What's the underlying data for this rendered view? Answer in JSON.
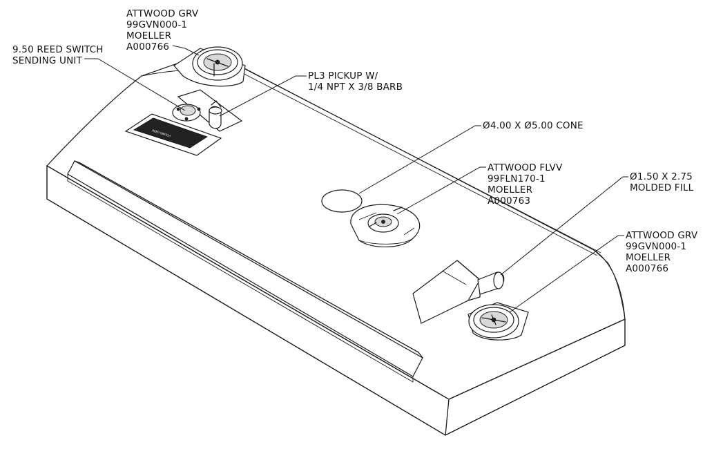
{
  "callouts": {
    "grv_top": [
      "ATTWOOD GRV",
      "99GVN000-1",
      "MOELLER",
      "A000766"
    ],
    "reed_switch": [
      "9.50 REED SWITCH",
      "SENDING UNIT"
    ],
    "pickup": [
      "PL3 PICKUP W/",
      "1/4 NPT X 3/8 BARB"
    ],
    "cone": [
      "Ø4.00 X Ø5.00 CONE"
    ],
    "flvv": [
      "ATTWOOD FLVV",
      "99FLN170-1",
      "MOELLER",
      "A000763"
    ],
    "fill": [
      "Ø1.50 X 2.75",
      "MOLDED FILL"
    ],
    "grv_bottom": [
      "ATTWOOD GRV",
      "99GVN000-1",
      "MOELLER",
      "A000766"
    ]
  }
}
